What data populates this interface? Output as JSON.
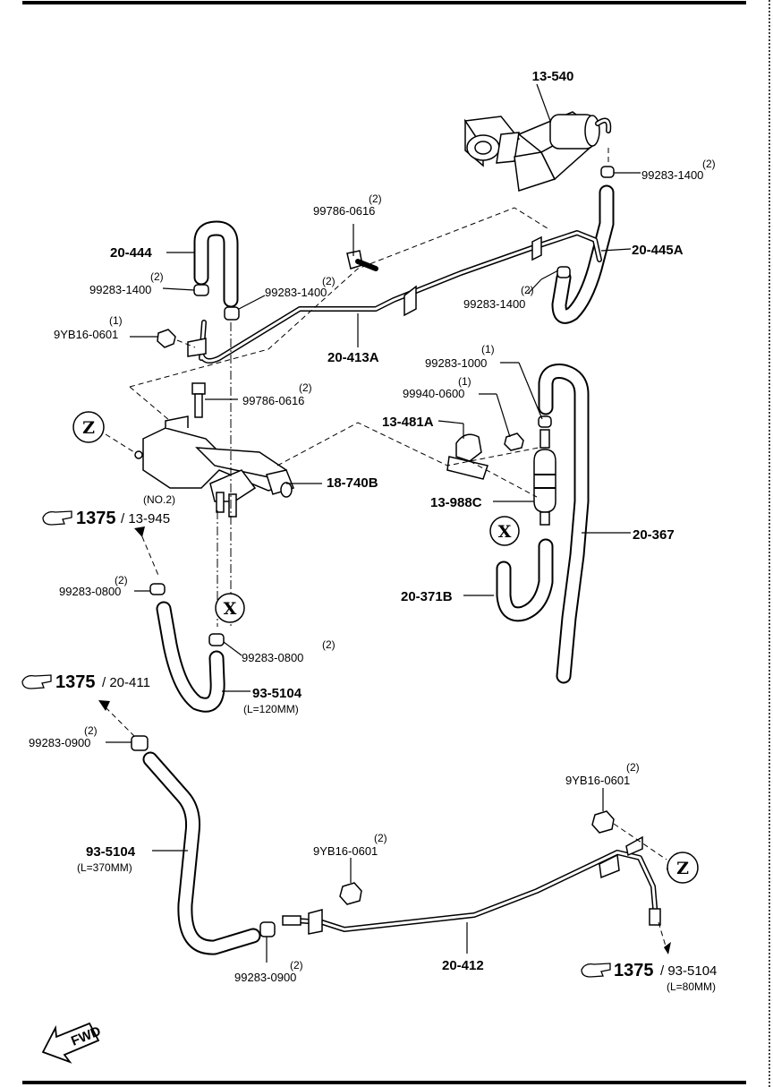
{
  "parts": {
    "p13_540": "13-540",
    "p99283_1400_a": "99283-1400",
    "p99283_1400_a_qty": "(2)",
    "p99786_0616_a": "99786-0616",
    "p99786_0616_a_qty": "(2)",
    "p20_444": "20-444",
    "p20_445A": "20-445A",
    "p99283_1400_b": "99283-1400",
    "p99283_1400_b_qty": "(2)",
    "p99283_1400_c": "99283-1400",
    "p99283_1400_c_qty": "(2)",
    "p99283_1400_d": "99283-1400",
    "p99283_1400_d_qty": "(2)",
    "p9YB16_0601_a": "9YB16-0601",
    "p9YB16_0601_a_qty": "(1)",
    "p20_413A": "20-413A",
    "p99283_1000": "99283-1000",
    "p99283_1000_qty": "(1)",
    "p99940_0600": "99940-0600",
    "p99940_0600_qty": "(1)",
    "p99786_0616_b": "99786-0616",
    "p99786_0616_b_qty": "(2)",
    "p13_481A": "13-481A",
    "p18_740B": "18-740B",
    "p13_988C": "13-988C",
    "p20_367": "20-367",
    "p20_371B": "20-371B",
    "p99283_0800_a": "99283-0800",
    "p99283_0800_a_qty": "(2)",
    "p99283_0800_b": "99283-0800",
    "p99283_0800_b_qty": "(2)",
    "p93_5104_a": "93-5104",
    "p93_5104_a_len": "(L=120MM)",
    "p99283_0900_a": "99283-0900",
    "p99283_0900_a_qty": "(2)",
    "p93_5104_b": "93-5104",
    "p93_5104_b_len": "(L=370MM)",
    "p9YB16_0601_b": "9YB16-0601",
    "p9YB16_0601_b_qty": "(2)",
    "p9YB16_0601_c": "9YB16-0601",
    "p9YB16_0601_c_qty": "(2)",
    "p20_412": "20-412",
    "p99283_0900_b": "99283-0900",
    "p99283_0900_b_qty": "(2)"
  },
  "refs": {
    "r1_note": "(NO.2)",
    "r1_num": "1375",
    "r1_part": "/ 13-945",
    "r2_num": "1375",
    "r2_part": "/ 20-411",
    "r3_num": "1375",
    "r3_part": "/ 93-5104",
    "r3_len": "(L=80MM)"
  },
  "markers": {
    "z": "Z",
    "x": "X"
  },
  "fwd": "FWD"
}
